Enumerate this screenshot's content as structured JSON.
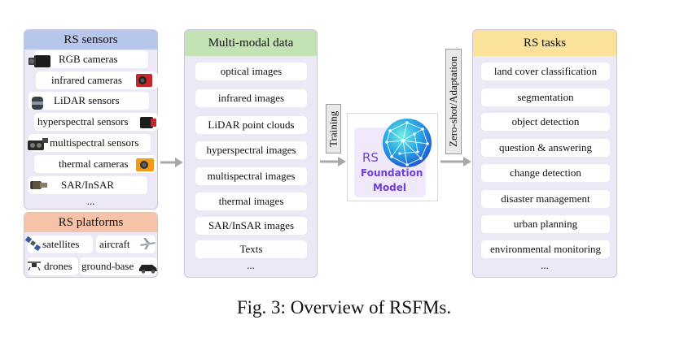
{
  "sensors": {
    "title": "RS sensors",
    "items": [
      "RGB cameras",
      "infrared cameras",
      "LiDAR sensors",
      "hyperspectral sensors",
      "multispectral sensors",
      "thermal cameras",
      "SAR/InSAR"
    ],
    "more": "..."
  },
  "platforms": {
    "title": "RS platforms",
    "items": [
      "satellites",
      "aircraft",
      "drones",
      "ground-base"
    ]
  },
  "modal": {
    "title": "Multi-modal data",
    "items": [
      "optical images",
      "infrared images",
      "LiDAR point clouds",
      "hyperspectral images",
      "multispectral images",
      "thermal images",
      "SAR/InSAR images",
      "Texts"
    ],
    "more": "..."
  },
  "training_label": "Training",
  "adaptation_label": "Zero-shot/Adaptation",
  "model": {
    "line1": "RS",
    "line2": "Foundation",
    "line3": "Model"
  },
  "tasks": {
    "title": "RS tasks",
    "items": [
      "land cover classification",
      "segmentation",
      "object detection",
      "question & answering",
      "change detection",
      "disaster management",
      "urban planning",
      "environmental monitoring"
    ],
    "more": "..."
  },
  "caption": "Fig. 3: Overview of RSFMs.",
  "colors": {
    "sensors_header": "#b7c7ec",
    "platforms_header": "#f6c3a8",
    "modal_header": "#c4e3b4",
    "tasks_header": "#fbe29a",
    "panel_fill": "#ece8f6",
    "model_text": "#6d3fd8",
    "arrow": "#a8a8a8"
  }
}
